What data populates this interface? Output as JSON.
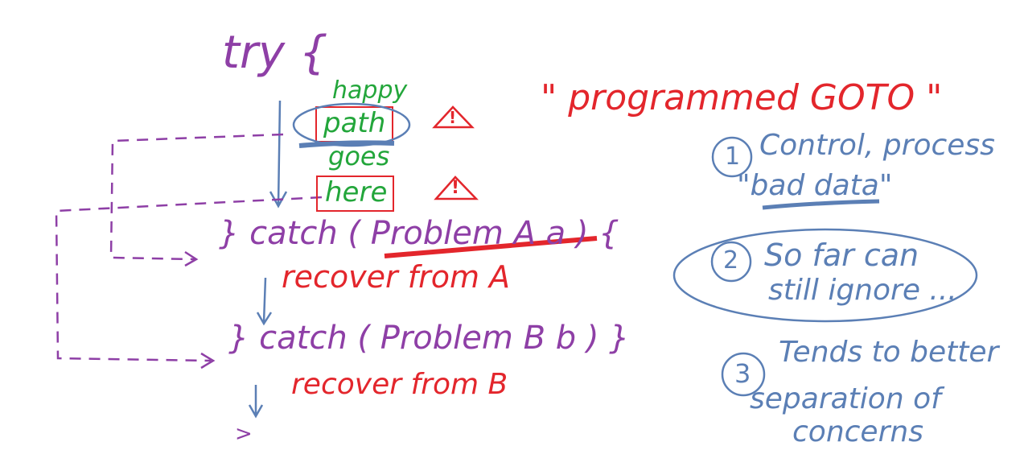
{
  "code": {
    "try_line": "try {",
    "catch_a": "} catch ( Problem A   a ) {",
    "catch_b": "} catch ( Problem B   b ) }",
    "recover_a": "recover from A",
    "recover_b": "recover from B",
    "end_mark": ">"
  },
  "happy_path": {
    "line1": "happy",
    "line2": "path",
    "line3": "goes",
    "line4": "here"
  },
  "warning_mark": "!",
  "quote": "\" programmed GOTO \"",
  "points": [
    {
      "number": "1",
      "line1": "Control, process",
      "line2": "\"bad data\""
    },
    {
      "number": "2",
      "line1": "So far can",
      "line2": "still ignore ..."
    },
    {
      "number": "3",
      "line1": "Tends to better",
      "line2": "separation of",
      "line3": "concerns"
    }
  ],
  "colors": {
    "code": "#8e3fa6",
    "error": "#e3262c",
    "happy": "#23a63b",
    "notes": "#5b7fb5"
  }
}
